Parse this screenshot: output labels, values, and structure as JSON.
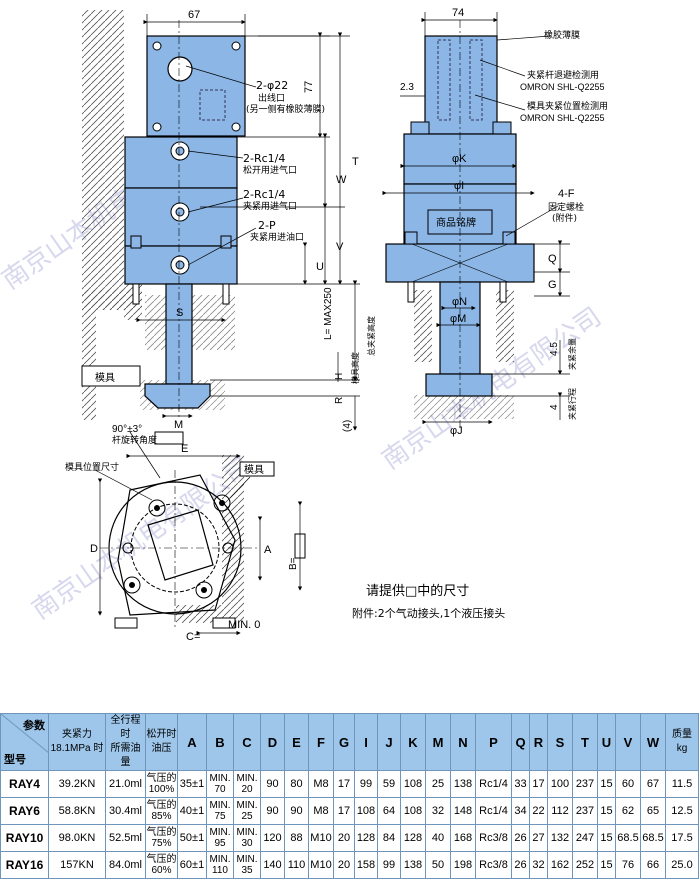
{
  "watermark": "南京山本机电有限公司",
  "dims": {
    "d67": "67",
    "d74": "74",
    "d77": "77",
    "dT": "T",
    "dW": "W",
    "dV": "V",
    "dU": "U",
    "dS": "S",
    "dM": "M",
    "dQ": "Q",
    "dG": "G",
    "dH": "H",
    "dR": "R",
    "dE": "E",
    "dD": "D",
    "dA": "A",
    "dB": "B=",
    "dC": "C=",
    "d4": "(4)",
    "d4b": "4",
    "d45": "4.5",
    "d23": "2.3",
    "max250": "L=  MAX250",
    "phiK": "φK",
    "phiI": "φI",
    "phiN": "φN",
    "phiM": "φM",
    "phiJ": "φJ",
    "min0": "MIN. 0",
    "f4": "4-F",
    "angle": "90°±3°"
  },
  "callouts": {
    "port22": "2-φ22",
    "port22_sub1": "出线口",
    "port22_sub2": "(另一侧有橡胶薄膜)",
    "rc_release": "2-Rc1/4",
    "rc_release_sub": "松开用进气口",
    "rc_clamp": "2-Rc1/4",
    "rc_clamp_sub": "夹紧用进气口",
    "p_oil": "2-P",
    "p_oil_sub": "夹紧用进油口",
    "rubber": "橡胶薄膜",
    "sensor1": "夹紧杆退避检测用",
    "sensor1_model": "OMRON SHL-Q2255",
    "sensor2": "模具夹紧位置检测用",
    "sensor2_model": "OMRON SHL-Q2255",
    "fix_bolt": "固定螺栓",
    "fix_bolt_sub": "(附件)",
    "nameplate": "商品铭牌",
    "die": "模具",
    "die2": "模具",
    "die_clamp_height": "总夹紧高度",
    "die_height": "模具高度",
    "clamp_stroke": "夹紧行程",
    "clamp_margin": "夹紧余量",
    "rot_angle": "杆旋转角度",
    "die_pos": "模具位置尺寸"
  },
  "notes": {
    "provide": "请提供□中的尺寸",
    "accessory": "附件:2个气动接头,1个液压接头"
  },
  "table": {
    "corner_top": "参数",
    "corner_bottom": "型号",
    "headers": [
      "夹紧力\n18.1MPa 时",
      "全行程时\n所需油量",
      "松开时\n油压",
      "A",
      "B",
      "C",
      "D",
      "E",
      "F",
      "G",
      "I",
      "J",
      "K",
      "M",
      "N",
      "P",
      "Q",
      "R",
      "S",
      "T",
      "U",
      "V",
      "W",
      "质量\nkg"
    ],
    "rows": [
      [
        "RAY4",
        "39.2KN",
        "21.0ml",
        "气压的\n100%",
        "35±1",
        "MIN.\n70",
        "MIN.\n20",
        "90",
        "80",
        "M8",
        "17",
        "99",
        "59",
        "108",
        "25",
        "138",
        "Rc1/4",
        "33",
        "17",
        "100",
        "237",
        "15",
        "60",
        "67",
        "11.5"
      ],
      [
        "RAY6",
        "58.8KN",
        "30.4ml",
        "气压的\n85%",
        "40±1",
        "MIN.\n75",
        "MIN.\n25",
        "90",
        "90",
        "M8",
        "17",
        "108",
        "64",
        "108",
        "32",
        "148",
        "Rc1/4",
        "34",
        "22",
        "112",
        "237",
        "15",
        "62",
        "65",
        "12.5"
      ],
      [
        "RAY10",
        "98.0KN",
        "52.5ml",
        "气压的\n75%",
        "50±1",
        "MIN.\n95",
        "MIN.\n30",
        "120",
        "88",
        "M10",
        "20",
        "128",
        "84",
        "128",
        "40",
        "168",
        "Rc3/8",
        "26",
        "27",
        "132",
        "247",
        "15",
        "68.5",
        "68.5",
        "17.5"
      ],
      [
        "RAY16",
        "157KN",
        "84.0ml",
        "气压的\n60%",
        "60±1",
        "MIN.\n110",
        "MIN.\n35",
        "140",
        "110",
        "M10",
        "20",
        "158",
        "99",
        "138",
        "50",
        "198",
        "Rc3/8",
        "26",
        "32",
        "162",
        "252",
        "15",
        "76",
        "66",
        "25.0"
      ]
    ]
  }
}
